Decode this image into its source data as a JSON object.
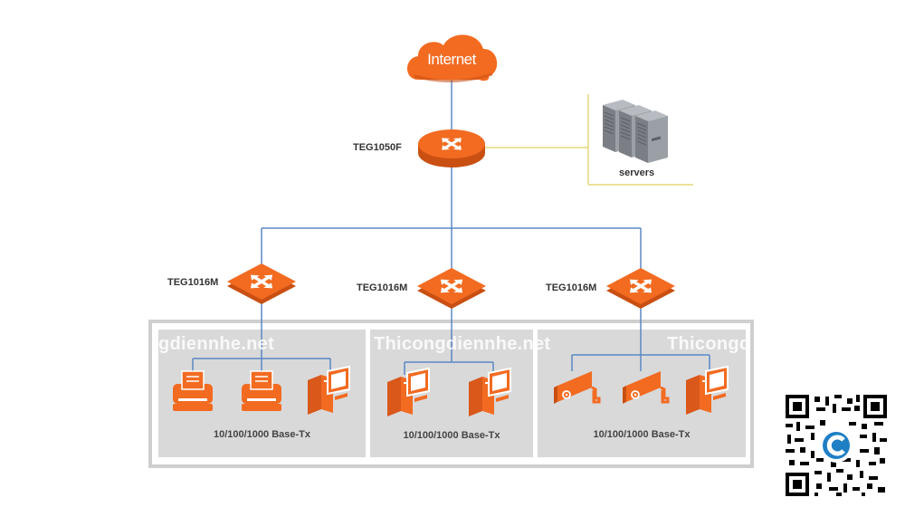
{
  "colors": {
    "orange": "#f26b21",
    "orange_dark": "#c94f12",
    "link_blue": "#5a88c6",
    "link_yellow": "#e6d77a",
    "panel_bg": "#d9d9d9",
    "panel_border": "#d0d0d0",
    "server_gray": "#8a8e94"
  },
  "cloud": {
    "label": "Internet"
  },
  "core_switch": {
    "label": "TEG1050F"
  },
  "servers": {
    "label": "servers"
  },
  "access_switches": [
    {
      "label": "TEG1016M"
    },
    {
      "label": "TEG1016M"
    },
    {
      "label": "TEG1016M"
    }
  ],
  "panels": [
    {
      "label": "10/100/1000 Base-Tx",
      "devices": [
        "printer-icon",
        "printer-icon",
        "computer-icon"
      ]
    },
    {
      "label": "10/100/1000 Base-Tx",
      "devices": [
        "computer-icon",
        "computer-icon"
      ]
    },
    {
      "label": "10/100/1000 Base-Tx",
      "devices": [
        "camera-icon",
        "camera-icon",
        "computer-icon"
      ]
    }
  ],
  "watermarks": [
    "gdiennhe.net",
    "Thicongdiennhe.net",
    "Thicongd"
  ]
}
